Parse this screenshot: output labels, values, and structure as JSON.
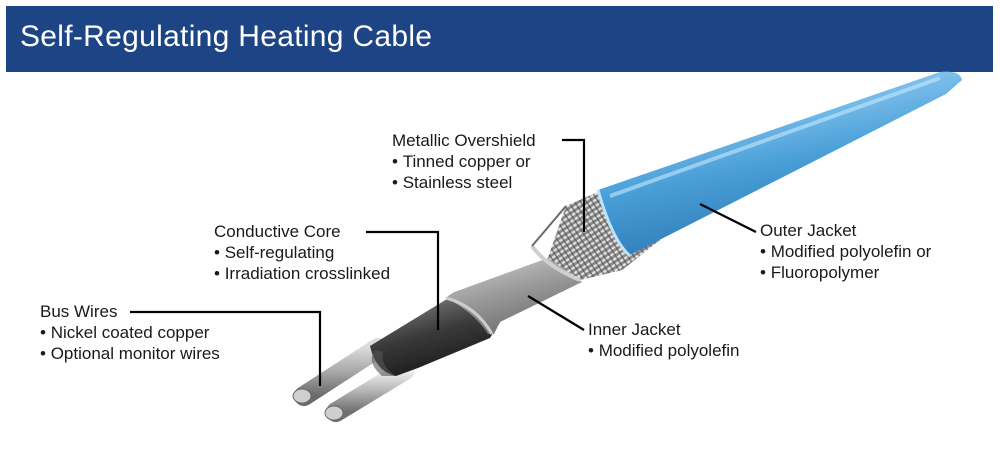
{
  "title": "Self-Regulating Heating Cable",
  "colors": {
    "header_bg": "#1d4485",
    "outer_jacket": "#4a9fd8",
    "inner_jacket": "#8a8a8a",
    "conductive_core": "#3a3a3a",
    "bus_wire": "#b5b5b5"
  },
  "labels": {
    "overshield": {
      "title": "Metallic Overshield",
      "bullets": [
        "Tinned copper or",
        "Stainless steel"
      ]
    },
    "core": {
      "title": "Conductive Core",
      "bullets": [
        "Self-regulating",
        "Irradiation crosslinked"
      ]
    },
    "bus": {
      "title": "Bus Wires",
      "bullets": [
        "Nickel coated copper",
        "Optional monitor wires"
      ]
    },
    "outer": {
      "title": "Outer Jacket",
      "bullets": [
        "Modified polyolefin or",
        "Fluoropolymer"
      ]
    },
    "inner": {
      "title": "Inner Jacket",
      "bullets": [
        "Modified polyolefin"
      ]
    }
  }
}
